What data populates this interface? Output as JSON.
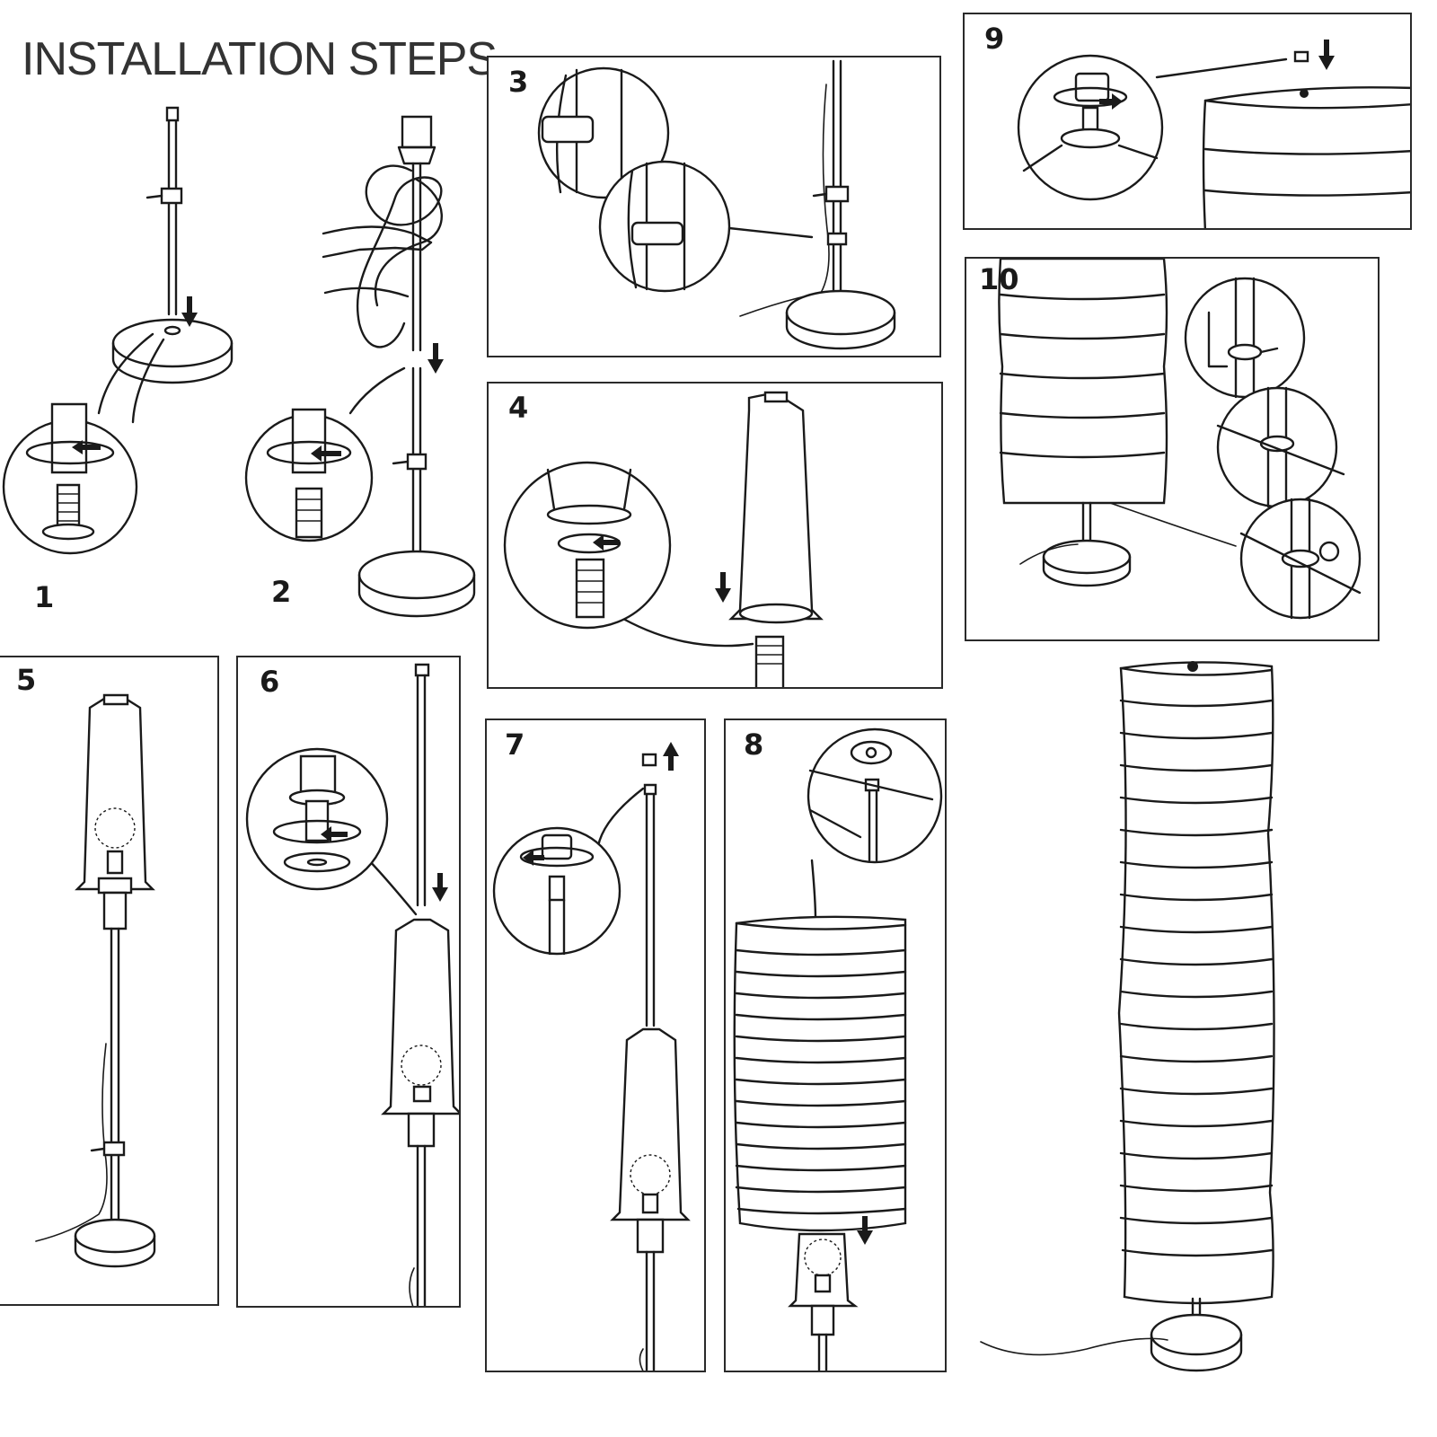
{
  "title": "INSTALLATION STEPS",
  "steps": [
    {
      "number": "1"
    },
    {
      "number": "2"
    },
    {
      "number": "3"
    },
    {
      "number": "4"
    },
    {
      "number": "5"
    },
    {
      "number": "6"
    },
    {
      "number": "7"
    },
    {
      "number": "8"
    },
    {
      "number": "9"
    },
    {
      "number": "10"
    }
  ],
  "colors": {
    "ink": "#1a1a1a",
    "background": "#ffffff",
    "title": "#333333"
  }
}
